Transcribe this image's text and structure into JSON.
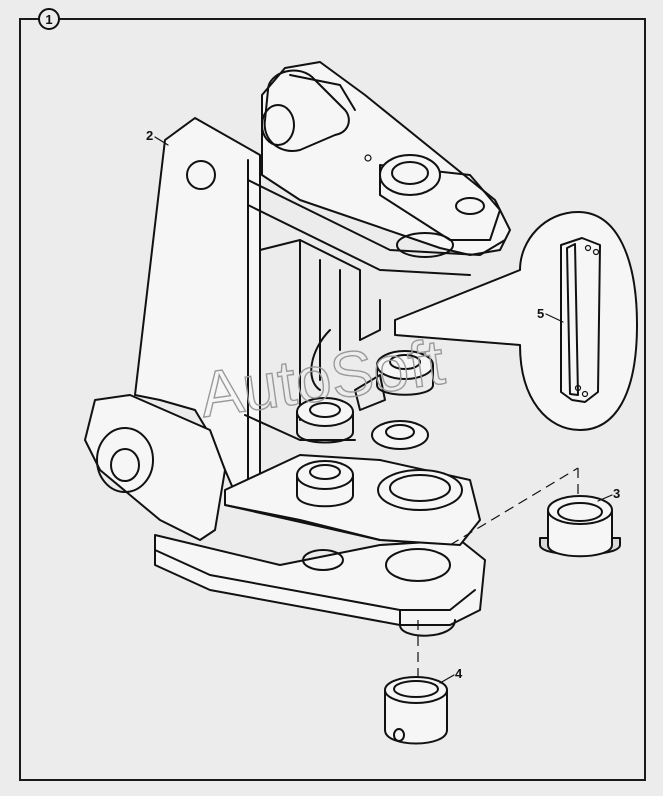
{
  "figure": {
    "index_label": "1",
    "watermark_text": "AutoSoft",
    "callouts": [
      "2",
      "3",
      "4",
      "5"
    ]
  },
  "colors": {
    "background": "#ececec",
    "frame": "#1a1a1a",
    "line": "#111111",
    "watermark": "#9a9a9a"
  }
}
